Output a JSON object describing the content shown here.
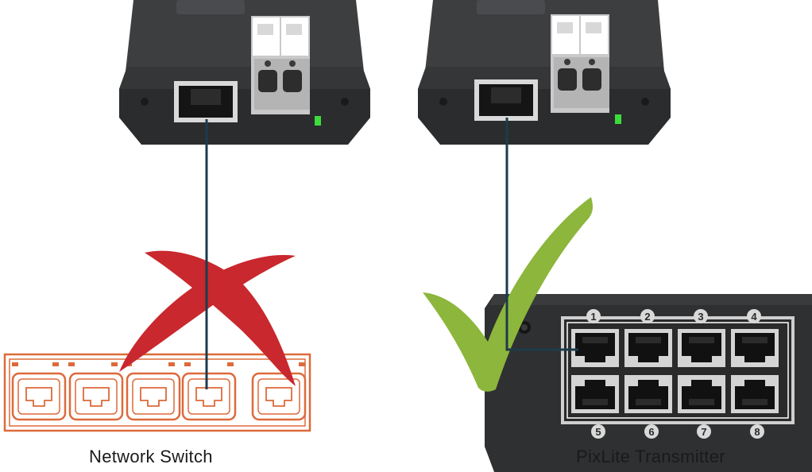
{
  "captions": {
    "left": "Network Switch",
    "right": "PixLite Transmitter"
  },
  "transmitter_ports": {
    "top_row": [
      "1",
      "2",
      "3",
      "4"
    ],
    "bottom_row": [
      "5",
      "6",
      "7",
      "8"
    ]
  },
  "colors": {
    "device_body": "#3a3b3d",
    "device_dark": "#232425",
    "cable": "#1d3b4c",
    "cross": "#c8282e",
    "check": "#8db63c",
    "switch_outline": "#dd6a3a",
    "led": "#3cdc3c"
  },
  "icons": {
    "wrong": "cross-mark-icon",
    "right": "check-mark-icon"
  }
}
